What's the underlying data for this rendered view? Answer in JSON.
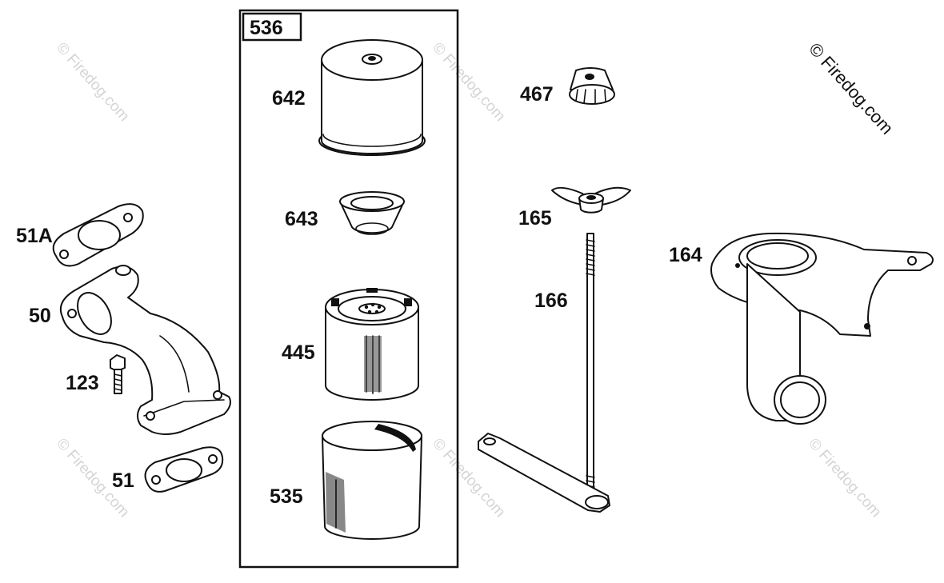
{
  "watermark": {
    "corner_text": "© Firedog.com",
    "tile_text": "© Firedog.com"
  },
  "kit": {
    "label": "536"
  },
  "parts": {
    "p642": "642",
    "p643": "643",
    "p445": "445",
    "p535": "535",
    "p467": "467",
    "p165": "165",
    "p166": "166",
    "p164": "164",
    "p51A": "51A",
    "p50": "50",
    "p123": "123",
    "p51": "51"
  },
  "colors": {
    "line": "#111111",
    "background": "#ffffff",
    "watermark_faint": "#d4d4d4"
  }
}
